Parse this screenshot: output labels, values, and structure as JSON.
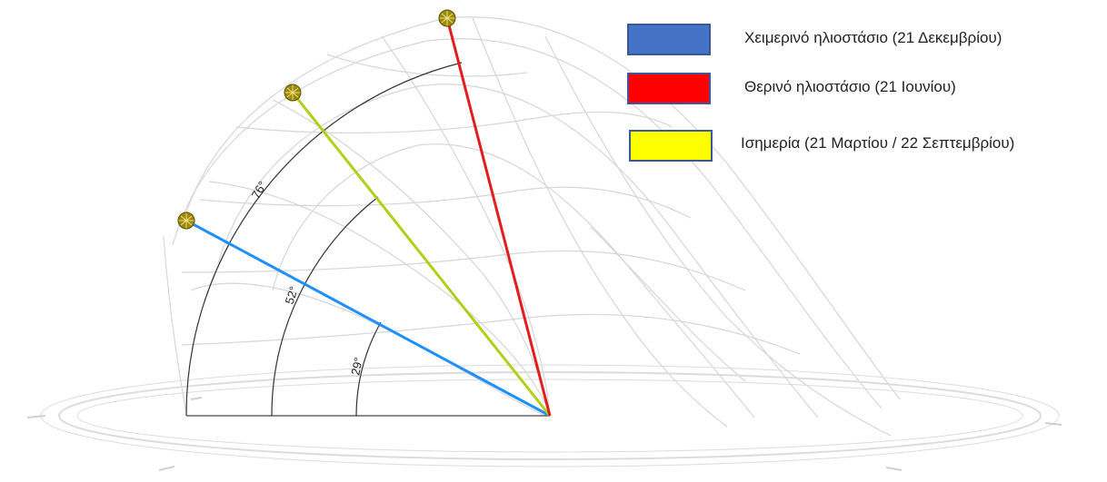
{
  "legend": [
    {
      "label": "Χειμερινό ηλιοστάσιο (21 Δεκεμβρίου)",
      "color": "#4472c4"
    },
    {
      "label": "Θερινό ηλιοστάσιο (21 Ιουνίου)",
      "color": "#ff0000"
    },
    {
      "label": "Ισημερία (21 Μαρτίου / 22 Σεπτεμβρίου)",
      "color": "#ffff00"
    }
  ],
  "angles": [
    {
      "label": "29°",
      "value": 29,
      "line_color": "#1e90ff"
    },
    {
      "label": "52°",
      "value": 52,
      "line_color": "#b5cc18"
    },
    {
      "label": "76°",
      "value": 76,
      "line_color": "#e31c1c"
    }
  ]
}
